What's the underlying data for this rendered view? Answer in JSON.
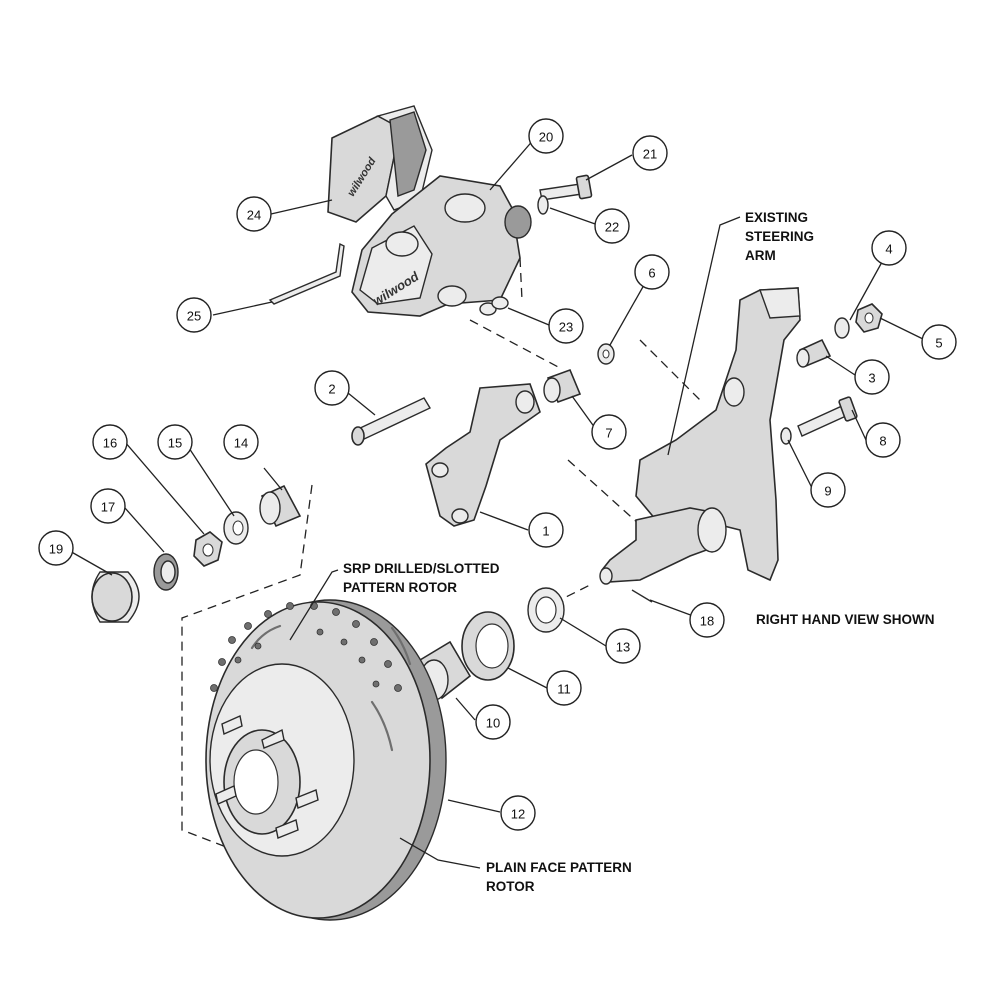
{
  "callouts": {
    "n1": "1",
    "n2": "2",
    "n3": "3",
    "n4": "4",
    "n5": "5",
    "n6": "6",
    "n7": "7",
    "n8": "8",
    "n9": "9",
    "n10": "10",
    "n11": "11",
    "n12": "12",
    "n13": "13",
    "n14": "14",
    "n15": "15",
    "n16": "16",
    "n17": "17",
    "n18": "18",
    "n19": "19",
    "n20": "20",
    "n21": "21",
    "n22": "22",
    "n23": "23",
    "n24": "24",
    "n25": "25"
  },
  "notes": {
    "steering_arm_line1": "EXISTING",
    "steering_arm_line2": "STEERING",
    "steering_arm_line3": "ARM",
    "srp_line1": "SRP DRILLED/SLOTTED",
    "srp_line2": "PATTERN ROTOR",
    "view": "RIGHT HAND VIEW SHOWN",
    "plain_line1": "PLAIN FACE PATTERN",
    "plain_line2": "ROTOR"
  },
  "branding": {
    "caliper_logo": "wilwood",
    "pad_logo": "wilwood"
  }
}
